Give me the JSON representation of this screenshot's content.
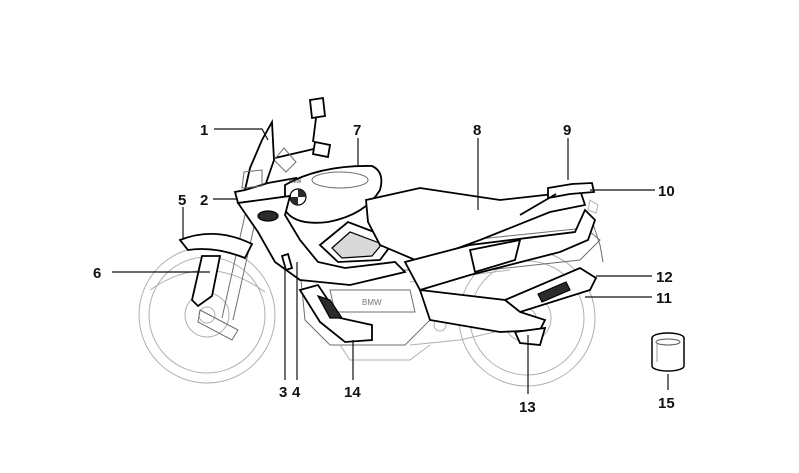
{
  "callouts": [
    {
      "id": "1",
      "label": "1"
    },
    {
      "id": "2",
      "label": "2"
    },
    {
      "id": "3",
      "label": "3"
    },
    {
      "id": "4",
      "label": "4"
    },
    {
      "id": "5",
      "label": "5"
    },
    {
      "id": "6",
      "label": "6"
    },
    {
      "id": "7",
      "label": "7"
    },
    {
      "id": "8",
      "label": "8"
    },
    {
      "id": "9",
      "label": "9"
    },
    {
      "id": "10",
      "label": "10"
    },
    {
      "id": "11",
      "label": "11"
    },
    {
      "id": "12",
      "label": "12"
    },
    {
      "id": "13",
      "label": "13"
    },
    {
      "id": "14",
      "label": "14"
    },
    {
      "id": "15",
      "label": "15"
    }
  ],
  "decals": {
    "tank_logo": "BMW",
    "engine_cover": "BMW"
  }
}
